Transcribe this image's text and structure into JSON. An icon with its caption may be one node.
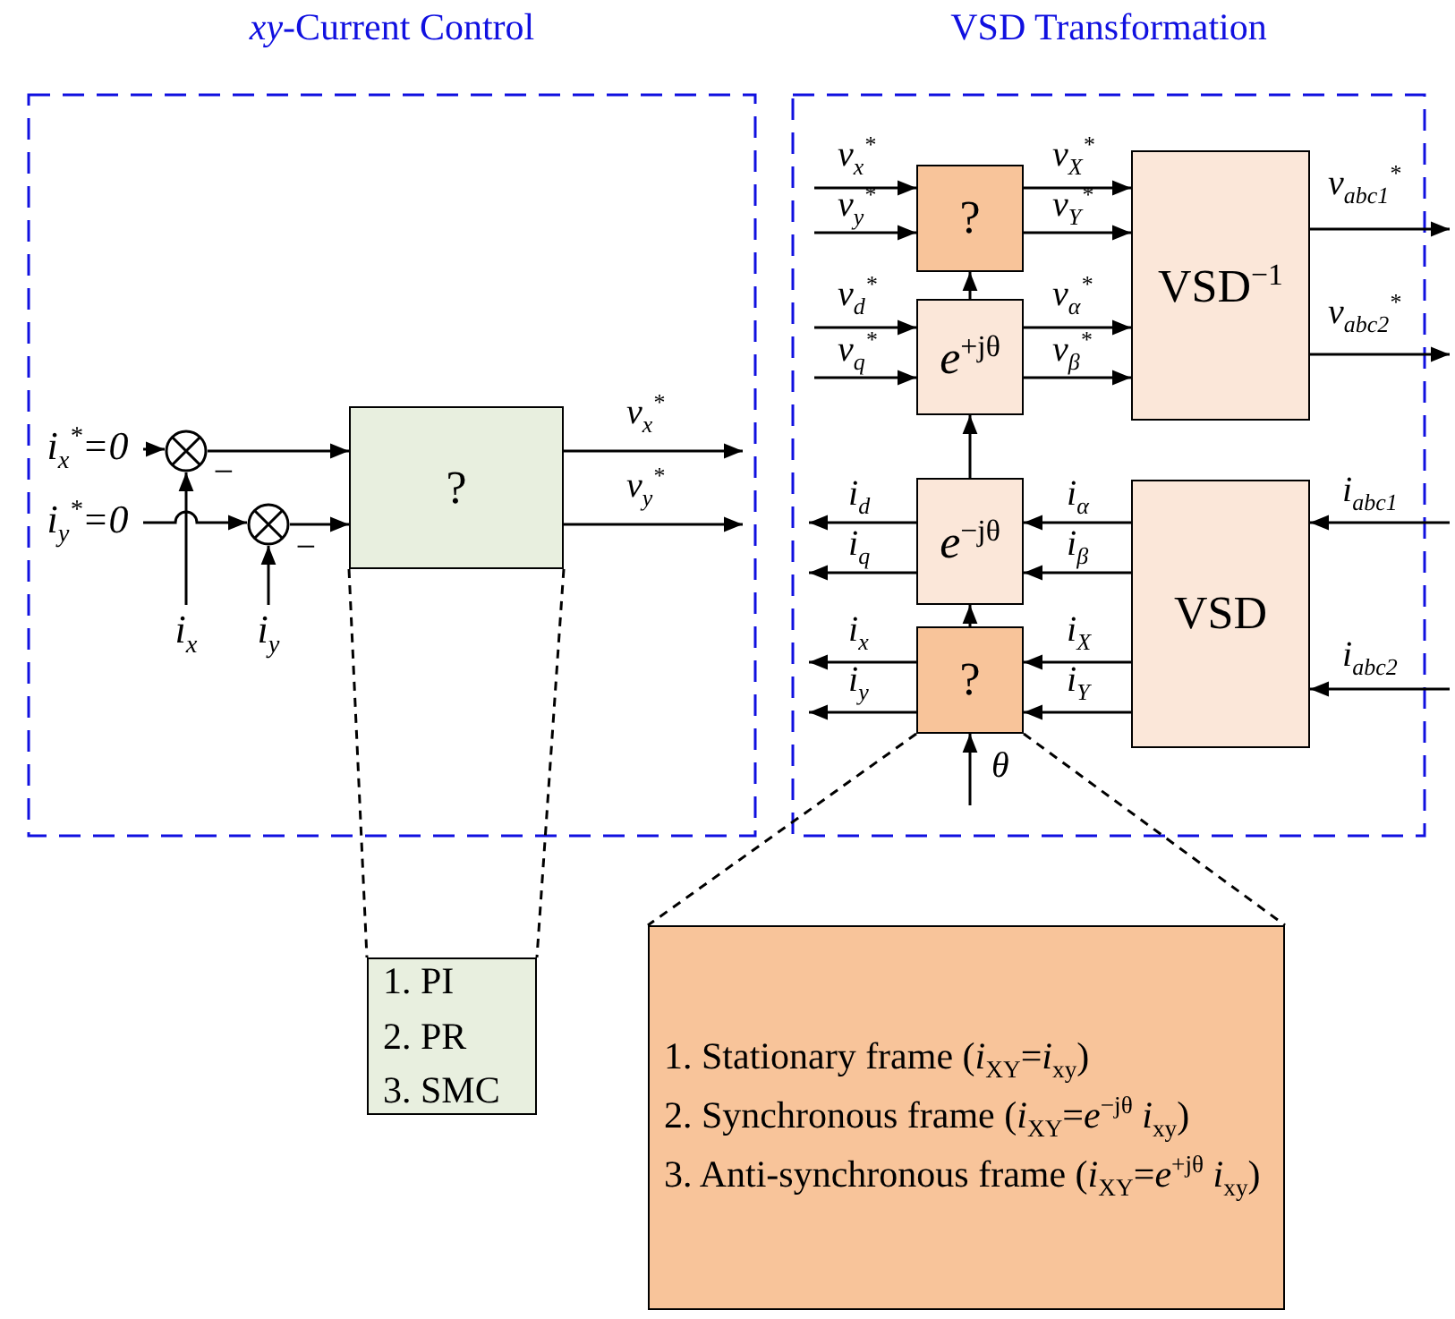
{
  "diagram": {
    "nodes": [
      {
        "text": [
          "*xy*-Current Control"
        ]
      },
      {
        "text": [
          "VSD Transformation"
        ]
      },
      {
        "text": [],
        "shape": "circle",
        "in": 0
      },
      {
        "text": [],
        "shape": "circle",
        "in": 0
      },
      {
        "text": [
          "?"
        ],
        "in": 0
      },
      {
        "text": [
          "i$_{x}$"
        ],
        "in": 0
      },
      {
        "text": [
          "i$_{y}$"
        ],
        "in": 0
      },
      {
        "text": [
          "i$_{x}$$^{*}$=0"
        ],
        "in": 0
      },
      {
        "text": [
          "i$_{y}$$^{*}$=0"
        ],
        "in": 0
      },
      {
        "text": [
          "?"
        ],
        "in": 1
      },
      {
        "text": [
          "*e*$^{+jθ}$"
        ],
        "in": 1
      },
      {
        "text": [
          "VSD$^{−1}$"
        ],
        "in": 1
      },
      {
        "text": [
          "*e*$^{−jθ}$"
        ],
        "in": 1
      },
      {
        "text": [
          "VSD"
        ],
        "in": 1
      },
      {
        "text": [
          "?"
        ],
        "in": 1
      },
      {
        "text": [
          "1. PI",
          "2. PR",
          "3. SMC"
        ]
      },
      {
        "text": [
          "1. Stationary frame (*i*$_{XY}$=*i*$_{xy}$)",
          "2. Synchronous frame (*i*$_{XY}$=*e*$^{−jθ}$ *i*$_{xy}$)",
          "3. Anti-synchronous frame (*i*$_{XY}$=*e*$^{+jθ}$ *i*$_{xy}$)"
        ]
      }
    ],
    "edges": [
      {
        "from": 7,
        "to": 2,
        "arrow": "to"
      },
      {
        "from": 8,
        "to": 3,
        "arrow": "to"
      },
      {
        "from": 5,
        "to": 2,
        "arrow": "to",
        "label": "−"
      },
      {
        "from": 6,
        "to": 3,
        "arrow": "to",
        "label": "−"
      },
      {
        "from": 2,
        "to": 4,
        "arrow": "to"
      },
      {
        "from": 3,
        "to": 4,
        "arrow": "to"
      },
      {
        "from": 4,
        "to": null,
        "arrow": "to",
        "label": "v$_{x}$$^{*}$"
      },
      {
        "from": 4,
        "to": null,
        "arrow": "to",
        "label": "v$_{y}$$^{*}$"
      },
      {
        "from": null,
        "to": 9,
        "arrow": "to",
        "label": "v$_{x}$$^{*}$"
      },
      {
        "from": null,
        "to": 9,
        "arrow": "to",
        "label": "v$_{y}$$^{*}$"
      },
      {
        "from": null,
        "to": 10,
        "arrow": "to",
        "label": "v$_{d}$$^{*}$"
      },
      {
        "from": null,
        "to": 10,
        "arrow": "to",
        "label": "v$_{q}$$^{*}$"
      },
      {
        "from": 10,
        "to": 9,
        "arrow": "to"
      },
      {
        "from": 12,
        "to": 10,
        "arrow": "to"
      },
      {
        "from": 9,
        "to": 11,
        "arrow": "to",
        "label": "v$_{X}$$^{*}$"
      },
      {
        "from": 9,
        "to": 11,
        "arrow": "to",
        "label": "v$_{Y}$$^{*}$"
      },
      {
        "from": 10,
        "to": 11,
        "arrow": "to",
        "label": "v$_{α}$$^{*}$"
      },
      {
        "from": 10,
        "to": 11,
        "arrow": "to",
        "label": "v$_{β}$$^{*}$"
      },
      {
        "from": 11,
        "to": null,
        "arrow": "to",
        "label": "v$_{abc1}$$^{*}$"
      },
      {
        "from": 11,
        "to": null,
        "arrow": "to",
        "label": "v$_{abc2}$$^{*}$"
      },
      {
        "from": null,
        "to": 13,
        "arrow": "to",
        "label": "i$_{abc1}$"
      },
      {
        "from": null,
        "to": 13,
        "arrow": "to",
        "label": "i$_{abc2}$"
      },
      {
        "from": 13,
        "to": 12,
        "arrow": "to",
        "label": "i$_{α}$"
      },
      {
        "from": 13,
        "to": 12,
        "arrow": "to",
        "label": "i$_{β}$"
      },
      {
        "from": 13,
        "to": 14,
        "arrow": "to",
        "label": "i$_{X}$"
      },
      {
        "from": 13,
        "to": 14,
        "arrow": "to",
        "label": "i$_{Y}$"
      },
      {
        "from": 12,
        "to": null,
        "arrow": "to",
        "label": "i$_{d}$"
      },
      {
        "from": 12,
        "to": null,
        "arrow": "to",
        "label": "i$_{q}$"
      },
      {
        "from": 14,
        "to": null,
        "arrow": "to",
        "label": "i$_{x}$"
      },
      {
        "from": 14,
        "to": null,
        "arrow": "to",
        "label": "i$_{y}$"
      },
      {
        "from": 14,
        "to": 12,
        "arrow": "to"
      },
      {
        "from": null,
        "to": 14,
        "arrow": "to",
        "label": "θ"
      },
      {
        "from": 4,
        "to": 15,
        "arrow": "none",
        "style": "dashed"
      },
      {
        "from": 4,
        "to": 15,
        "arrow": "none",
        "style": "dashed"
      },
      {
        "from": 14,
        "to": 16,
        "arrow": "none",
        "style": "dashed"
      },
      {
        "from": 14,
        "to": 16,
        "arrow": "none",
        "style": "dashed"
      }
    ]
  }
}
